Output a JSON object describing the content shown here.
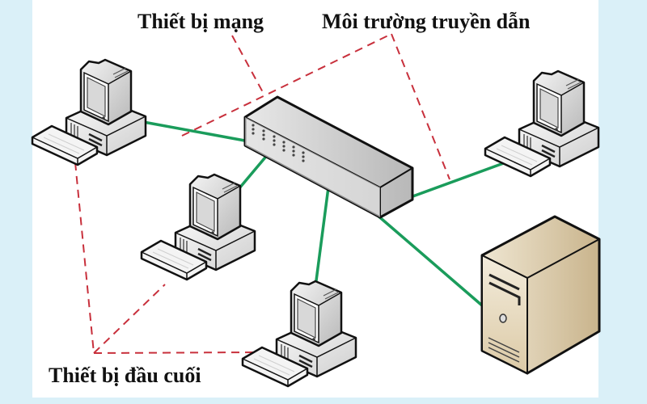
{
  "colors": {
    "background": "#daf0f8",
    "panel": "#ffffff",
    "link": "#1a9c5b",
    "annotation": "#c8303c",
    "server": "#e9dcc0"
  },
  "labels": {
    "network_device": "Thiết bị mạng",
    "transmission_medium": "Môi trường truyền dẫn",
    "end_devices": "Thiết bị đầu cuối"
  },
  "nodes": [
    {
      "id": "pc-top-left",
      "type": "workstation"
    },
    {
      "id": "pc-middle-left",
      "type": "workstation"
    },
    {
      "id": "pc-bottom-center",
      "type": "workstation"
    },
    {
      "id": "pc-top-right",
      "type": "workstation"
    },
    {
      "id": "switch",
      "type": "network-switch"
    },
    {
      "id": "server",
      "type": "tower-server"
    }
  ],
  "links": [
    {
      "from": "pc-top-left",
      "to": "switch"
    },
    {
      "from": "pc-middle-left",
      "to": "switch"
    },
    {
      "from": "pc-bottom-center",
      "to": "switch"
    },
    {
      "from": "pc-top-right",
      "to": "switch"
    },
    {
      "from": "server",
      "to": "switch"
    }
  ]
}
